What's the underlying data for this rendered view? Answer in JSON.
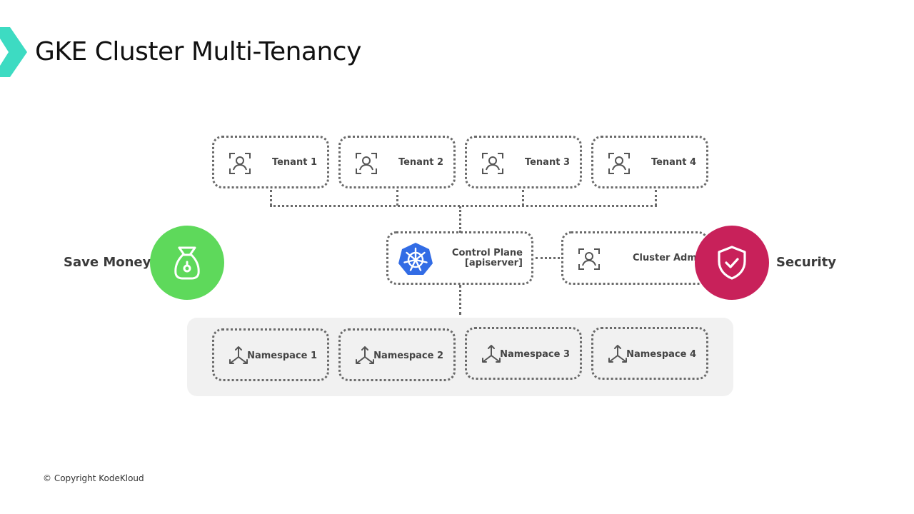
{
  "title": "GKE Cluster Multi-Tenancy",
  "tenants": [
    {
      "label": "Tenant 1"
    },
    {
      "label": "Tenant 2"
    },
    {
      "label": "Tenant 3"
    },
    {
      "label": "Tenant 4"
    }
  ],
  "control_plane": {
    "line1": "Control Plane",
    "line2": "[apiserver]"
  },
  "cluster_admin": {
    "label": "Cluster Admin"
  },
  "namespaces": [
    {
      "label": "Namespace 1"
    },
    {
      "label": "Namespace 2"
    },
    {
      "label": "Namespace 3"
    },
    {
      "label": "Namespace 4"
    }
  ],
  "save_money": {
    "label": "Save Money",
    "color": "#5ed95b",
    "icon": "money-bag-icon"
  },
  "security": {
    "label": "Security",
    "color": "#c8215a",
    "icon": "shield-check-icon"
  },
  "colors": {
    "accent": "#3ddbc2",
    "kubernetes": "#326ce5"
  },
  "copyright": "© Copyright KodeKloud"
}
